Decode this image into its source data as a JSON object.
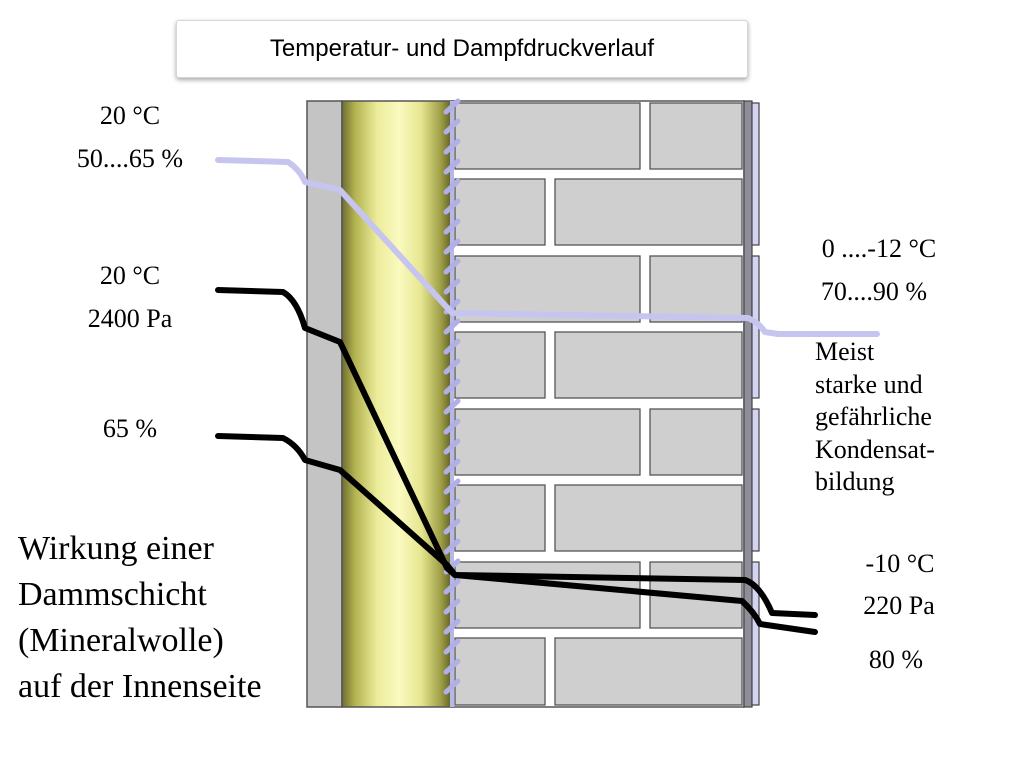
{
  "title": "Temperatur- und Dampfdruckverlauf",
  "labels": {
    "inner_temp": "20 °C",
    "inner_humidity_range": "50....65 %",
    "inner_temp_2": "20 °C",
    "inner_vapor_pressure": "2400 Pa",
    "inner_humidity": "65 %",
    "outer_temp_range": "0 ....-12 °C",
    "outer_humidity_range": "70....90 %",
    "condensation_note": [
      "Meist",
      "starke und",
      "gefährliche",
      "Kondensat-",
      "bildung"
    ],
    "outer_temp": "-10 °C",
    "outer_vapor_pressure": "220 Pa",
    "outer_humidity": "80 %",
    "caption": [
      "Wirkung einer",
      "Dammschicht",
      "(Mineralwolle)",
      "auf der Innenseite"
    ]
  },
  "colors": {
    "plaster": "#c4c4c4",
    "insulation": "#f2f2a0",
    "brick": "#cfcfcf",
    "mortar": "#ffffff",
    "vapor_barrier": "#b8b8e8",
    "temperature_curve": "#c5c5f0",
    "pressure_curves": "#000000"
  },
  "layers": [
    "plaster",
    "mineral-wool-insulation",
    "vapor-barrier",
    "brick-wall",
    "exterior-render"
  ]
}
